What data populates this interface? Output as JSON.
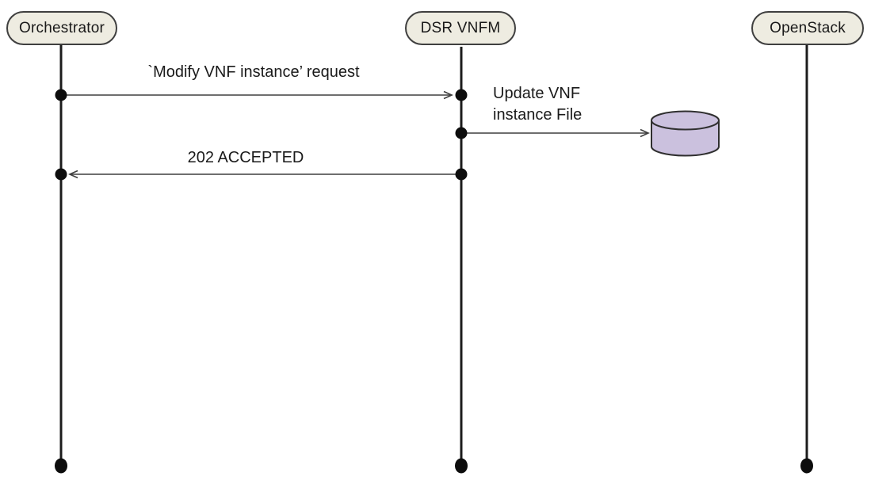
{
  "actors": [
    {
      "label": "Orchestrator"
    },
    {
      "label": "DSR VNFM"
    },
    {
      "label": "OpenStack"
    }
  ],
  "messages": [
    {
      "label": "`Modify VNF instance’ request",
      "from": "Orchestrator",
      "to": "DSR VNFM"
    },
    {
      "label": "Update VNF instance File",
      "label_lines": [
        "Update VNF",
        "instance File"
      ],
      "from": "DSR VNFM",
      "to": "database"
    },
    {
      "label": "202 ACCEPTED",
      "from": "DSR VNFM",
      "to": "Orchestrator"
    }
  ],
  "database": {
    "name": "database-cylinder"
  },
  "colors": {
    "actor_fill": "#eeece1",
    "actor_border": "#3f3f3f",
    "lifeline": "#1c1c1c",
    "arrow": "#3f3f3f",
    "text": "#1a1a1a",
    "database_fill": "#cbc1de",
    "database_border": "#2f2f2f",
    "background": "#ffffff"
  }
}
